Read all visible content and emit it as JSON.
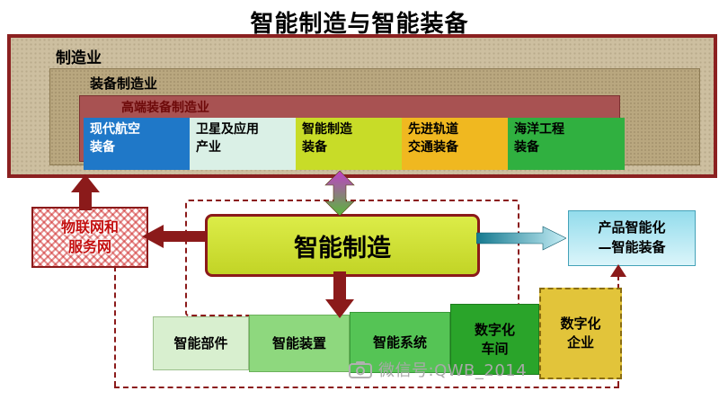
{
  "title": "智能制造与智能装备",
  "layers": {
    "outer": "制造业",
    "middle": "装备制造业",
    "bar": "高端装备制造业"
  },
  "industries": [
    {
      "label": "现代航空\n装备"
    },
    {
      "label": "卫星及应用\n产业"
    },
    {
      "label": "智能制造\n装备"
    },
    {
      "label": "先进轨道\n交通装备"
    },
    {
      "label": "海洋工程\n装备"
    }
  ],
  "center": {
    "label": "智能制造"
  },
  "iot": {
    "label": "物联网和\n服务网"
  },
  "product": {
    "label": "产品智能化\n—智能装备"
  },
  "chain": [
    {
      "label": "智能部件"
    },
    {
      "label": "智能装置"
    },
    {
      "label": "智能系统"
    },
    {
      "label": "数字化\n车间"
    },
    {
      "label": "数字化\n企业"
    }
  ],
  "watermark": {
    "label": "微信号:QWB_2014"
  },
  "colors": {
    "dark_red": "#8b1a1a",
    "tan_outer": "#cdbfa0",
    "tan_inner": "#b9a77f",
    "maroon_bar": "#a85252",
    "aviation_blue": "#1f78c8",
    "satellite_pale": "#daf0e6",
    "smart_equip_green": "#c8dc28",
    "rail_gold": "#f0b820",
    "marine_green": "#30b040",
    "center_green": "#ccdd33",
    "product_cyan": "#93dcec",
    "chain_greens": [
      "#d8efcf",
      "#8ed87e",
      "#55c455",
      "#2aa42a"
    ],
    "digital_enterprise_gold": "#e2c43a",
    "gradient_arrow_top": "#c040c8",
    "gradient_arrow_bottom": "#58b838"
  }
}
